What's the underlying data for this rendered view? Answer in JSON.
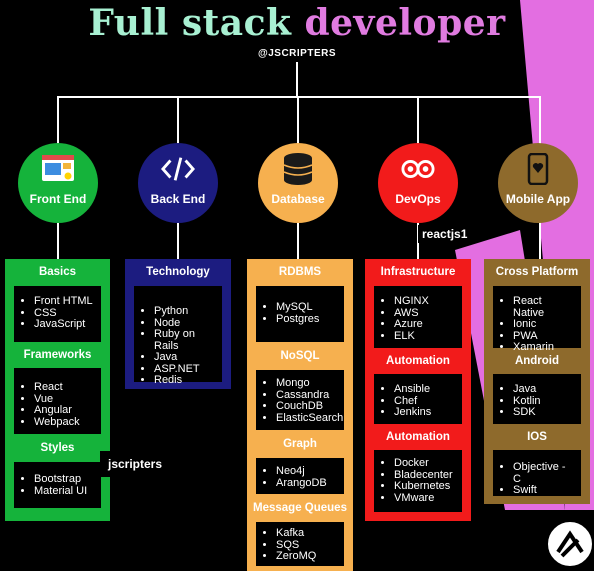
{
  "title": {
    "part1": "Full stack",
    "part2": "developer"
  },
  "handle": "@JSCRIPTERS",
  "overlay_tags": {
    "reactjs": "reactjs1",
    "jscripters": "jscripters"
  },
  "colors": {
    "frontend": "#15b33b",
    "backend": "#1c1c80",
    "database": "#f6b04f",
    "devops": "#f21b1b",
    "mobile": "#8e6a2c",
    "pink": "#e36ee1"
  },
  "categories": [
    {
      "label": "Front End",
      "icon": "browser-icon",
      "sections": [
        {
          "title": "Basics",
          "items": [
            "Front HTML",
            "CSS",
            "JavaScript"
          ]
        },
        {
          "title": "Frameworks",
          "items": [
            "React",
            "Vue",
            "Angular",
            "Webpack"
          ]
        },
        {
          "title": "Styles",
          "items": [
            "Bootstrap",
            "Material UI"
          ]
        }
      ]
    },
    {
      "label": "Back End",
      "icon": "code-icon",
      "sections": [
        {
          "title": "Technology",
          "items": [
            "Python",
            "Node",
            "Ruby on Rails",
            "Java",
            "ASP.NET",
            "Redis"
          ]
        }
      ]
    },
    {
      "label": "Database",
      "icon": "database-icon",
      "sections": [
        {
          "title": "RDBMS",
          "items": [
            "MySQL",
            "Postgres"
          ]
        },
        {
          "title": "NoSQL",
          "items": [
            "Mongo",
            "Cassandra",
            "CouchDB",
            "ElasticSearch"
          ]
        },
        {
          "title": "Graph",
          "items": [
            "Neo4j",
            "ArangoDB"
          ]
        },
        {
          "title": "Message Queues",
          "items": [
            "Kafka",
            "SQS",
            "ZeroMQ"
          ]
        }
      ]
    },
    {
      "label": "DevOps",
      "icon": "infinity-icon",
      "sections": [
        {
          "title": "Infrastructure",
          "items": [
            "NGINX",
            "AWS",
            "Azure",
            "ELK"
          ]
        },
        {
          "title": "Automation",
          "items": [
            "Ansible",
            "Chef",
            "Jenkins"
          ]
        },
        {
          "title": "Automation",
          "items": [
            "Docker",
            "Bladecenter",
            "Kubernetes",
            "VMware"
          ]
        }
      ]
    },
    {
      "label": "Mobile App",
      "icon": "phone-icon",
      "sections": [
        {
          "title": "Cross Platform",
          "items": [
            "React Native",
            "Ionic",
            "PWA",
            "Xamarin"
          ]
        },
        {
          "title": "Android",
          "items": [
            "Java",
            "Kotlin",
            "SDK"
          ]
        },
        {
          "title": "IOS",
          "items": [
            "Objective - C",
            "Swift"
          ]
        }
      ]
    }
  ]
}
